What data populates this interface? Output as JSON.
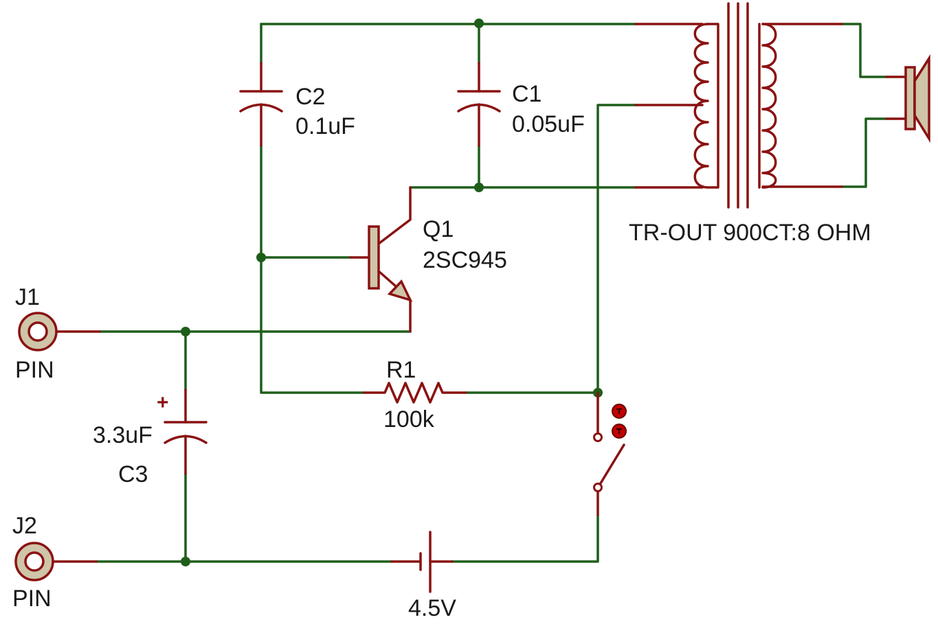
{
  "components": {
    "C1": {
      "ref": "C1",
      "value": "0.05uF"
    },
    "C2": {
      "ref": "C2",
      "value": "0.1uF"
    },
    "C3": {
      "ref": "C3",
      "value": "3.3uF",
      "polarity": "+"
    },
    "Q1": {
      "ref": "Q1",
      "value": "2SC945"
    },
    "R1": {
      "ref": "R1",
      "value": "100k"
    },
    "T1": {
      "value": "TR-OUT 900CT:8 OHM"
    },
    "J1": {
      "ref": "J1",
      "value": "PIN"
    },
    "J2": {
      "ref": "J2",
      "value": "PIN"
    },
    "BAT": {
      "value": "4.5V"
    }
  },
  "colors": {
    "wire": "#1f5e1a",
    "lead": "#8a1212",
    "component_fill": "#cfc5a8"
  }
}
